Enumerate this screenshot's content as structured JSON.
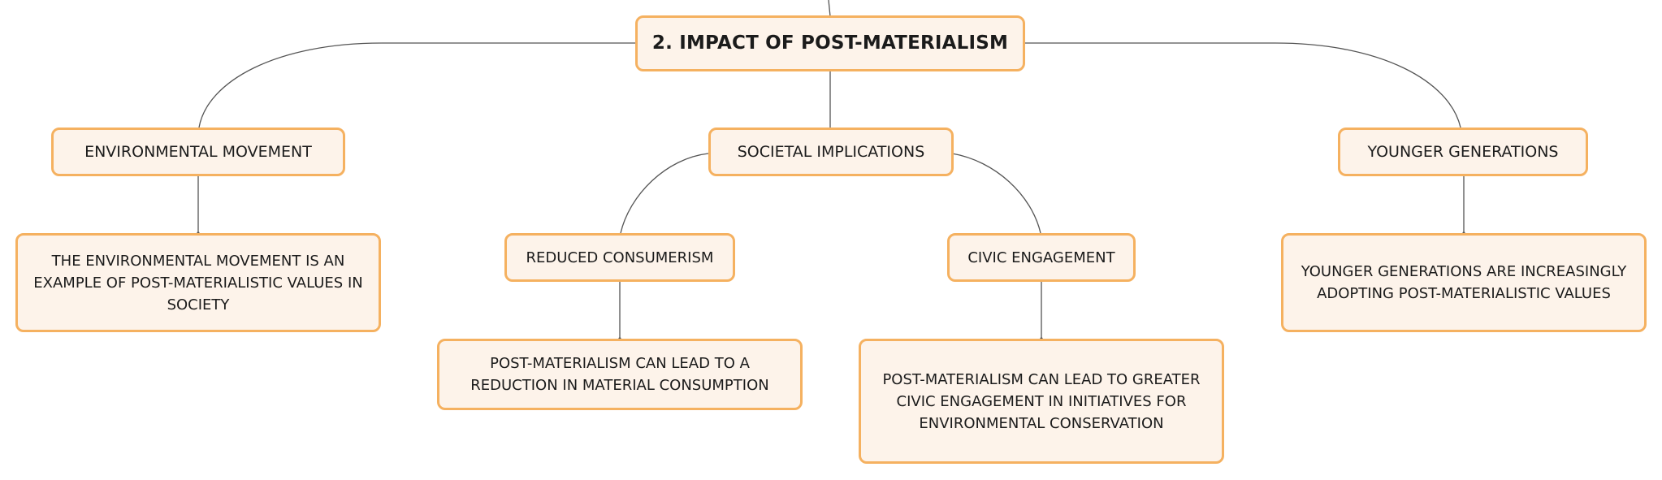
{
  "diagram": {
    "root": {
      "label": "2. IMPACT OF POST-MATERIALISM"
    },
    "topics": [
      {
        "label": "ENVIRONMENTAL MOVEMENT",
        "detail": "THE ENVIRONMENTAL MOVEMENT IS AN EXAMPLE OF POST-MATERIALISTIC VALUES IN SOCIETY"
      },
      {
        "label": "SOCIETAL IMPLICATIONS",
        "subtopics": [
          {
            "label": "REDUCED CONSUMERISM",
            "detail": "POST-MATERIALISM CAN LEAD TO A REDUCTION IN MATERIAL CONSUMPTION"
          },
          {
            "label": "CIVIC ENGAGEMENT",
            "detail": "POST-MATERIALISM CAN LEAD TO GREATER CIVIC ENGAGEMENT IN INITIATIVES FOR ENVIRONMENTAL CONSERVATION"
          }
        ]
      },
      {
        "label": "YOUNGER GENERATIONS",
        "detail": "YOUNGER GENERATIONS ARE INCREASINGLY ADOPTING POST-MATERIALISTIC VALUES"
      }
    ]
  },
  "colors": {
    "node_fill": "#fdf3ea",
    "node_border": "#f5b160",
    "connector": "#555555",
    "text": "#1b1b1b"
  }
}
